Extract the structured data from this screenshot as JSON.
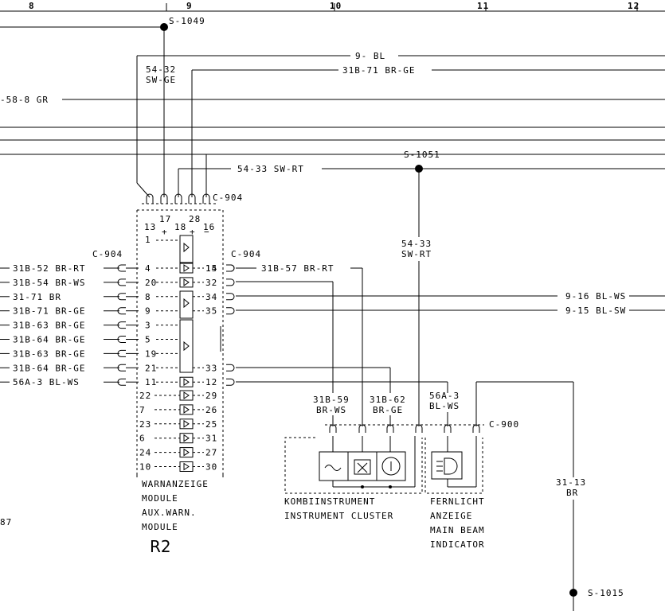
{
  "columns": [
    "8",
    "9",
    "10",
    "11",
    "12"
  ],
  "splices": {
    "s1049": "S-1049",
    "s1051": "S-1051",
    "s1015": "S-1015"
  },
  "top_wires": {
    "w1": "9- BL",
    "w2": "31B-71 BR-GE",
    "w3": "-58-8 GR",
    "w4": "54-33 SW-RT"
  },
  "vertical_labels": {
    "a1": "54-32",
    "a2": "SW-GE",
    "b1": "54-33",
    "b2": "SW-RT",
    "c1": "31-13",
    "c2": "BR"
  },
  "connectors": {
    "c904": "C-904",
    "c900": "C-900"
  },
  "module_top_pins": [
    "13",
    "17",
    "18",
    "28",
    "16"
  ],
  "module_top_signs": [
    "+",
    "+",
    "−"
  ],
  "left_wires": [
    {
      "label": "31B-52 BR-RT",
      "pin": "4",
      "right": "14"
    },
    {
      "label": "31B-54 BR-WS",
      "pin": "20",
      "right": "32"
    },
    {
      "label": "31-71 BR",
      "pin": "8",
      "right": "34"
    },
    {
      "label": "31B-71 BR-GE",
      "pin": "9",
      "right": "35"
    },
    {
      "label": "31B-63 BR-GE",
      "pin": "3",
      "right": ""
    },
    {
      "label": "31B-64 BR-GE",
      "pin": "5",
      "right": ""
    },
    {
      "label": "31B-63 BR-GE",
      "pin": "19",
      "right": ""
    },
    {
      "label": "31B-64 BR-GE",
      "pin": "21",
      "right": "33"
    },
    {
      "label": "56A-3 BL-WS",
      "pin": "11",
      "right": "12"
    }
  ],
  "module_first_row": {
    "pin": "1"
  },
  "module_lower_rows": [
    {
      "l": "22",
      "r": "29"
    },
    {
      "l": "7",
      "r": "26"
    },
    {
      "l": "23",
      "r": "25"
    },
    {
      "l": "6",
      "r": "31"
    },
    {
      "l": "24",
      "r": "27"
    },
    {
      "l": "10",
      "r": "30"
    }
  ],
  "right_wires": {
    "r15": "15",
    "r57": "31B-57 BR-RT",
    "r916": "9-16 BL-WS",
    "r915": "9-15 BL-SW"
  },
  "cluster_wires": {
    "w1a": "31B-59",
    "w1b": "BR-WS",
    "w2a": "31B-62",
    "w2b": "BR-GE",
    "w3a": "56A-3",
    "w3b": "BL-WS"
  },
  "module_caption": [
    "WARNANZEIGE",
    "MODULE",
    "AUX.WARN.",
    "MODULE"
  ],
  "module_id": "R2",
  "cluster_caption": [
    "KOMBIINSTRUMENT",
    "INSTRUMENT CLUSTER"
  ],
  "indicator_caption": [
    "FERNLICHT",
    "ANZEIGE",
    "MAIN BEAM",
    "INDICATOR"
  ],
  "page_ref": "87"
}
